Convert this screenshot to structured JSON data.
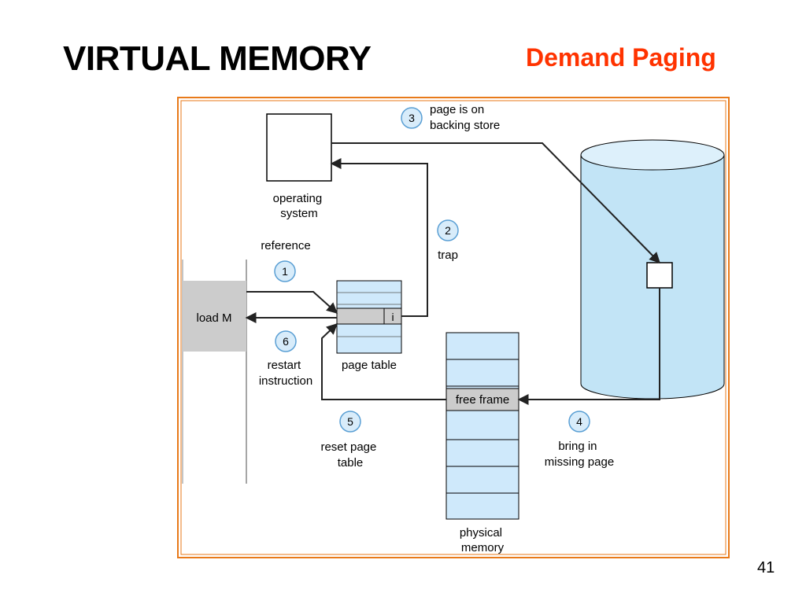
{
  "slide": {
    "title": "VIRTUAL MEMORY",
    "subtitle": "Demand Paging",
    "page_number": "41"
  },
  "diagram": {
    "operating_system_label": [
      "operating",
      "system"
    ],
    "reference_label": "reference",
    "trap_label": "trap",
    "backing_store_label": [
      "page is on",
      "backing store"
    ],
    "load_label": "load M",
    "page_table_entry": "i",
    "page_table_label": "page table",
    "restart_label": [
      "restart",
      "instruction"
    ],
    "reset_label": [
      "reset page",
      "table"
    ],
    "free_frame_label": "free frame",
    "bring_in_label": [
      "bring in",
      "missing page"
    ],
    "physical_memory_label": [
      "physical",
      "memory"
    ],
    "steps": [
      "1",
      "2",
      "3",
      "4",
      "5",
      "6"
    ],
    "colors": {
      "frame_border": "#e87a1a",
      "light_blue": "#cfe9fb",
      "disk_fill": "#c2e4f6",
      "gray": "#cccccc",
      "step_fill": "#d8ecfa",
      "step_stroke": "#5a9fd4"
    }
  }
}
